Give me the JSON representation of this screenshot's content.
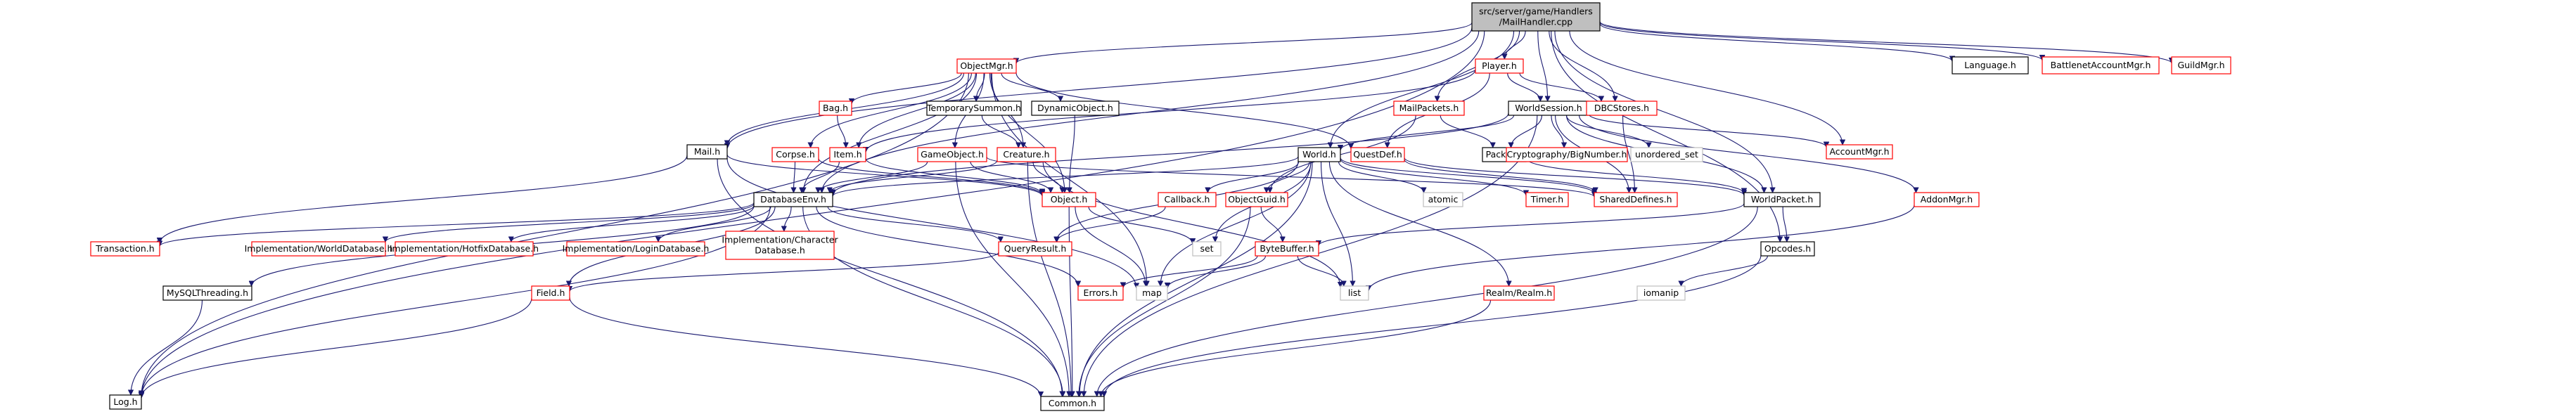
{
  "colors": {
    "root_fill": "#bfbfbf",
    "normal_border": "#000000",
    "missing_border": "#ff0000",
    "plain_border": "#bfbfbf",
    "text": "#000000",
    "edge": "#191970"
  },
  "nodes": [
    {
      "id": "root",
      "lines": [
        "src/server/game/Handlers",
        "/MailHandler.cpp"
      ],
      "style": "root"
    },
    {
      "id": "log",
      "lines": [
        "Log.h"
      ],
      "style": "normal"
    },
    {
      "id": "objmgr",
      "lines": [
        "ObjectMgr.h"
      ],
      "style": "missing"
    },
    {
      "id": "dbenv",
      "lines": [
        "DatabaseEnv.h"
      ],
      "style": "normal"
    },
    {
      "id": "mail",
      "lines": [
        "Mail.h"
      ],
      "style": "normal"
    },
    {
      "id": "mailpackets",
      "lines": [
        "MailPackets.h"
      ],
      "style": "missing"
    },
    {
      "id": "world",
      "lines": [
        "World.h"
      ],
      "style": "normal"
    },
    {
      "id": "player",
      "lines": [
        "Player.h"
      ],
      "style": "missing"
    },
    {
      "id": "worldsession",
      "lines": [
        "WorldSession.h"
      ],
      "style": "normal"
    },
    {
      "id": "dbcstores",
      "lines": [
        "DBCStores.h"
      ],
      "style": "missing"
    },
    {
      "id": "worldpacket",
      "lines": [
        "WorldPacket.h"
      ],
      "style": "normal"
    },
    {
      "id": "language",
      "lines": [
        "Language.h"
      ],
      "style": "normal"
    },
    {
      "id": "bnetacct",
      "lines": [
        "BattlenetAccountMgr.h"
      ],
      "style": "missing"
    },
    {
      "id": "guildmgr",
      "lines": [
        "GuildMgr.h"
      ],
      "style": "missing"
    },
    {
      "id": "opcodes",
      "lines": [
        "Opcodes.h"
      ],
      "style": "normal"
    },
    {
      "id": "accountmgr",
      "lines": [
        "AccountMgr.h"
      ],
      "style": "missing"
    },
    {
      "id": "bag",
      "lines": [
        "Bag.h"
      ],
      "style": "missing"
    },
    {
      "id": "tempsummon",
      "lines": [
        "TemporarySummon.h"
      ],
      "style": "normal"
    },
    {
      "id": "dynobj",
      "lines": [
        "DynamicObject.h"
      ],
      "style": "normal"
    },
    {
      "id": "corpse",
      "lines": [
        "Corpse.h"
      ],
      "style": "missing"
    },
    {
      "id": "item",
      "lines": [
        "Item.h"
      ],
      "style": "missing"
    },
    {
      "id": "gameobject",
      "lines": [
        "GameObject.h"
      ],
      "style": "missing"
    },
    {
      "id": "creature",
      "lines": [
        "Creature.h"
      ],
      "style": "missing"
    },
    {
      "id": "object",
      "lines": [
        "Object.h"
      ],
      "style": "missing"
    },
    {
      "id": "questdef",
      "lines": [
        "QuestDef.h"
      ],
      "style": "missing"
    },
    {
      "id": "packet",
      "lines": [
        "Packet.h"
      ],
      "style": "normal"
    },
    {
      "id": "crypto",
      "lines": [
        "Cryptography/BigNumber.h"
      ],
      "style": "missing"
    },
    {
      "id": "unordered",
      "lines": [
        "unordered_set"
      ],
      "style": "plain"
    },
    {
      "id": "addonmgr",
      "lines": [
        "AddonMgr.h"
      ],
      "style": "missing"
    },
    {
      "id": "shareddefs",
      "lines": [
        "SharedDefines.h"
      ],
      "style": "missing"
    },
    {
      "id": "timer",
      "lines": [
        "Timer.h"
      ],
      "style": "missing"
    },
    {
      "id": "atomic",
      "lines": [
        "atomic"
      ],
      "style": "plain"
    },
    {
      "id": "callback",
      "lines": [
        "Callback.h"
      ],
      "style": "missing"
    },
    {
      "id": "objguid",
      "lines": [
        "ObjectGuid.h"
      ],
      "style": "missing"
    },
    {
      "id": "transaction",
      "lines": [
        "Transaction.h"
      ],
      "style": "missing"
    },
    {
      "id": "implworld",
      "lines": [
        "Implementation/WorldDatabase.h"
      ],
      "style": "missing"
    },
    {
      "id": "implhotfix",
      "lines": [
        "Implementation/HotfixDatabase.h"
      ],
      "style": "missing"
    },
    {
      "id": "impllogin",
      "lines": [
        "Implementation/LoginDatabase.h"
      ],
      "style": "missing"
    },
    {
      "id": "implchar",
      "lines": [
        "Implementation/Character",
        "Database.h"
      ],
      "style": "missing"
    },
    {
      "id": "queryresult",
      "lines": [
        "QueryResult.h"
      ],
      "style": "missing"
    },
    {
      "id": "set",
      "lines": [
        "set"
      ],
      "style": "plain"
    },
    {
      "id": "bytebuffer",
      "lines": [
        "ByteBuffer.h"
      ],
      "style": "missing"
    },
    {
      "id": "mysqlthread",
      "lines": [
        "MySQLThreading.h"
      ],
      "style": "normal"
    },
    {
      "id": "field",
      "lines": [
        "Field.h"
      ],
      "style": "missing"
    },
    {
      "id": "errors",
      "lines": [
        "Errors.h"
      ],
      "style": "missing"
    },
    {
      "id": "map",
      "lines": [
        "map"
      ],
      "style": "plain"
    },
    {
      "id": "list",
      "lines": [
        "list"
      ],
      "style": "plain"
    },
    {
      "id": "realm",
      "lines": [
        "Realm/Realm.h"
      ],
      "style": "missing"
    },
    {
      "id": "iomanip",
      "lines": [
        "iomanip"
      ],
      "style": "plain"
    },
    {
      "id": "common",
      "lines": [
        "Common.h"
      ],
      "style": "normal"
    }
  ],
  "edges": [
    [
      "root",
      "log"
    ],
    [
      "root",
      "objmgr"
    ],
    [
      "root",
      "dbenv"
    ],
    [
      "root",
      "mail"
    ],
    [
      "root",
      "mailpackets"
    ],
    [
      "root",
      "world"
    ],
    [
      "root",
      "player"
    ],
    [
      "root",
      "worldsession"
    ],
    [
      "root",
      "dbcstores"
    ],
    [
      "root",
      "worldpacket"
    ],
    [
      "root",
      "language"
    ],
    [
      "root",
      "bnetacct"
    ],
    [
      "root",
      "guildmgr"
    ],
    [
      "root",
      "opcodes"
    ],
    [
      "root",
      "accountmgr"
    ],
    [
      "objmgr",
      "bag"
    ],
    [
      "objmgr",
      "tempsummon"
    ],
    [
      "objmgr",
      "dynobj"
    ],
    [
      "objmgr",
      "corpse"
    ],
    [
      "objmgr",
      "item"
    ],
    [
      "objmgr",
      "gameobject"
    ],
    [
      "objmgr",
      "creature"
    ],
    [
      "objmgr",
      "object"
    ],
    [
      "objmgr",
      "questdef"
    ],
    [
      "objmgr",
      "dbenv"
    ],
    [
      "objmgr",
      "mail"
    ],
    [
      "objmgr",
      "map"
    ],
    [
      "objmgr",
      "log"
    ],
    [
      "bag",
      "item"
    ],
    [
      "tempsummon",
      "creature"
    ],
    [
      "dynobj",
      "object"
    ],
    [
      "corpse",
      "dbenv"
    ],
    [
      "corpse",
      "object"
    ],
    [
      "item",
      "dbenv"
    ],
    [
      "item",
      "object"
    ],
    [
      "gameobject",
      "dbenv"
    ],
    [
      "gameobject",
      "object"
    ],
    [
      "gameobject",
      "shareddefs"
    ],
    [
      "gameobject",
      "common"
    ],
    [
      "creature",
      "dbenv"
    ],
    [
      "creature",
      "object"
    ],
    [
      "creature",
      "common"
    ],
    [
      "creature",
      "list"
    ],
    [
      "mail",
      "transaction"
    ],
    [
      "mail",
      "object"
    ],
    [
      "mail",
      "common"
    ],
    [
      "mail",
      "map"
    ],
    [
      "player",
      "item"
    ],
    [
      "player",
      "worldsession"
    ],
    [
      "player",
      "dbcstores"
    ],
    [
      "player",
      "questdef"
    ],
    [
      "mailpackets",
      "packet"
    ],
    [
      "mailpackets",
      "objguid"
    ],
    [
      "worldsession",
      "world"
    ],
    [
      "worldsession",
      "packet"
    ],
    [
      "worldsession",
      "crypto"
    ],
    [
      "worldsession",
      "unordered"
    ],
    [
      "worldsession",
      "addonmgr"
    ],
    [
      "worldsession",
      "shareddefs"
    ],
    [
      "worldsession",
      "accountmgr"
    ],
    [
      "worldsession",
      "dbenv"
    ],
    [
      "worldsession",
      "common"
    ],
    [
      "worldsession",
      "worldpacket"
    ],
    [
      "dbcstores",
      "shareddefs"
    ],
    [
      "world",
      "dbenv"
    ],
    [
      "world",
      "objguid"
    ],
    [
      "world",
      "shareddefs"
    ],
    [
      "world",
      "timer"
    ],
    [
      "world",
      "atomic"
    ],
    [
      "world",
      "callback"
    ],
    [
      "world",
      "queryresult"
    ],
    [
      "world",
      "realm"
    ],
    [
      "world",
      "set"
    ],
    [
      "world",
      "list"
    ],
    [
      "world",
      "map"
    ],
    [
      "world",
      "common"
    ],
    [
      "questdef",
      "shareddefs"
    ],
    [
      "questdef",
      "worldpacket"
    ],
    [
      "packet",
      "worldpacket"
    ],
    [
      "worldpacket",
      "bytebuffer"
    ],
    [
      "worldpacket",
      "opcodes"
    ],
    [
      "worldpacket",
      "common"
    ],
    [
      "addonmgr",
      "list"
    ],
    [
      "object",
      "common"
    ],
    [
      "object",
      "set"
    ],
    [
      "object",
      "map"
    ],
    [
      "callback",
      "queryresult"
    ],
    [
      "objguid",
      "bytebuffer"
    ],
    [
      "objguid",
      "common"
    ],
    [
      "dbenv",
      "transaction"
    ],
    [
      "dbenv",
      "implworld"
    ],
    [
      "dbenv",
      "implhotfix"
    ],
    [
      "dbenv",
      "impllogin"
    ],
    [
      "dbenv",
      "implchar"
    ],
    [
      "dbenv",
      "queryresult"
    ],
    [
      "dbenv",
      "mysqlthread"
    ],
    [
      "dbenv",
      "field"
    ],
    [
      "dbenv",
      "log"
    ],
    [
      "dbenv",
      "errors"
    ],
    [
      "dbenv",
      "common"
    ],
    [
      "queryresult",
      "field"
    ],
    [
      "bytebuffer",
      "errors"
    ],
    [
      "bytebuffer",
      "map"
    ],
    [
      "bytebuffer",
      "list"
    ],
    [
      "mysqlthread",
      "log"
    ],
    [
      "field",
      "log"
    ],
    [
      "field",
      "common"
    ],
    [
      "realm",
      "common"
    ],
    [
      "opcodes",
      "iomanip"
    ],
    [
      "opcodes",
      "common"
    ]
  ]
}
